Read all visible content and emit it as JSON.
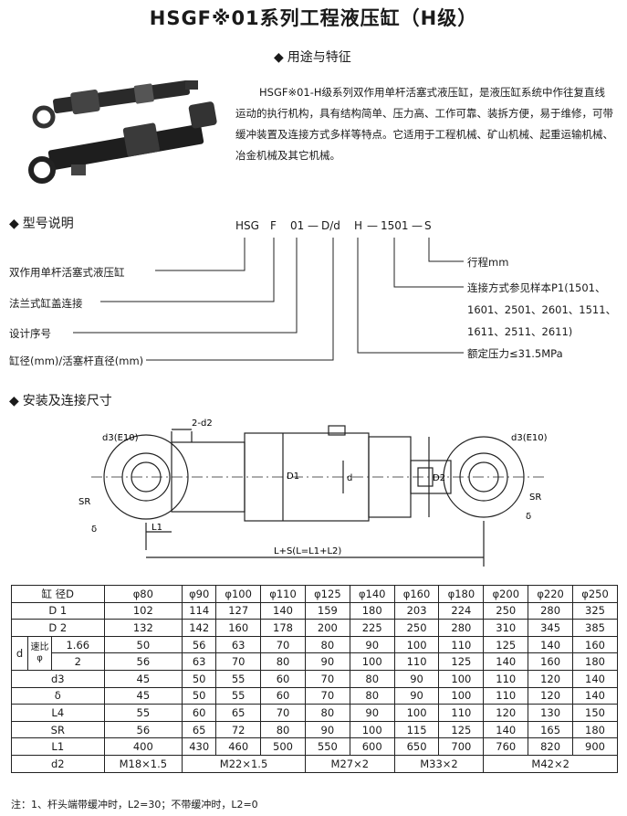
{
  "title": "HSGF※01系列工程液压缸（H级）",
  "usage": {
    "heading": "用途与特征",
    "text": "HSGF※01-H级系列双作用单杆活塞式液压缸，是液压缸系统中作往复直线运动的执行机构，具有结构简单、压力高、工作可靠、装拆方便，易于维修，可带缓冲装置及连接方式多样等特点。它适用于工程机械、矿山机械、起重运输机械、冶金机械及其它机械。"
  },
  "model": {
    "heading": "型号说明",
    "codes": [
      "HSG",
      "F",
      "01",
      "—",
      "D/d",
      "H",
      "—",
      "1501",
      "—",
      "S"
    ],
    "left_labels": [
      "双作用单杆活塞式液压缸",
      "法兰式缸盖连接",
      "设计序号",
      "缸径(mm)/活塞杆直径(mm)"
    ],
    "right_labels": [
      "行程mm",
      "连接方式参见样本P1(1501、",
      "1601、2501、2601、1511、",
      "1611、2511、2611)",
      "额定压力≤31.5MPa"
    ]
  },
  "install": {
    "heading": "安装及连接尺寸",
    "labels": {
      "d3_left": "d3(E10)",
      "d3_right": "d3(E10)",
      "sr_left": "SR",
      "sr_right": "SR",
      "delta_left": "δ",
      "delta_right": "δ",
      "d2": "2-d2",
      "l1": "L1",
      "big_d1": "D1",
      "small_d": "d",
      "big_d2": "D2",
      "stroke": "L+S(L=L1+L2)"
    }
  },
  "table": {
    "header_label": "缸 径D",
    "bores": [
      "φ80",
      "φ90",
      "φ100",
      "φ110",
      "φ125",
      "φ140",
      "φ160",
      "φ180",
      "φ200",
      "φ220",
      "φ250"
    ],
    "rows": [
      {
        "label": "D 1",
        "values": [
          "102",
          "114",
          "127",
          "140",
          "159",
          "180",
          "203",
          "224",
          "250",
          "280",
          "325"
        ]
      },
      {
        "label": "D 2",
        "values": [
          "132",
          "142",
          "160",
          "178",
          "200",
          "225",
          "250",
          "280",
          "310",
          "345",
          "385"
        ]
      }
    ],
    "d_label": "d",
    "speed_label": "速比φ",
    "speed_rows": [
      {
        "ratio": "1.66",
        "values": [
          "50",
          "56",
          "63",
          "70",
          "80",
          "90",
          "100",
          "110",
          "125",
          "140",
          "160"
        ]
      },
      {
        "ratio": "2",
        "values": [
          "56",
          "63",
          "70",
          "80",
          "90",
          "100",
          "110",
          "125",
          "140",
          "160",
          "180"
        ]
      }
    ],
    "rows2": [
      {
        "label": "d3",
        "values": [
          "45",
          "50",
          "55",
          "60",
          "70",
          "80",
          "90",
          "100",
          "110",
          "120",
          "140"
        ]
      },
      {
        "label": "δ",
        "values": [
          "45",
          "50",
          "55",
          "60",
          "70",
          "80",
          "90",
          "100",
          "110",
          "120",
          "140"
        ]
      },
      {
        "label": "L4",
        "values": [
          "55",
          "60",
          "65",
          "70",
          "80",
          "90",
          "100",
          "110",
          "120",
          "130",
          "150"
        ]
      },
      {
        "label": "SR",
        "values": [
          "56",
          "65",
          "72",
          "80",
          "90",
          "100",
          "115",
          "125",
          "140",
          "165",
          "180"
        ]
      },
      {
        "label": "L1",
        "values": [
          "400",
          "430",
          "460",
          "500",
          "550",
          "600",
          "650",
          "700",
          "760",
          "820",
          "900"
        ]
      }
    ],
    "d2_row": {
      "label": "d2",
      "groups": [
        {
          "value": "M18×1.5",
          "span": 1
        },
        {
          "value": "M22×1.5",
          "span": 3
        },
        {
          "value": "M27×2",
          "span": 2
        },
        {
          "value": "M33×2",
          "span": 2
        },
        {
          "value": "M42×2",
          "span": 3
        }
      ]
    }
  },
  "note": "注：1、杆头端带缓冲时，L2=30；不带缓冲时，L2=0"
}
